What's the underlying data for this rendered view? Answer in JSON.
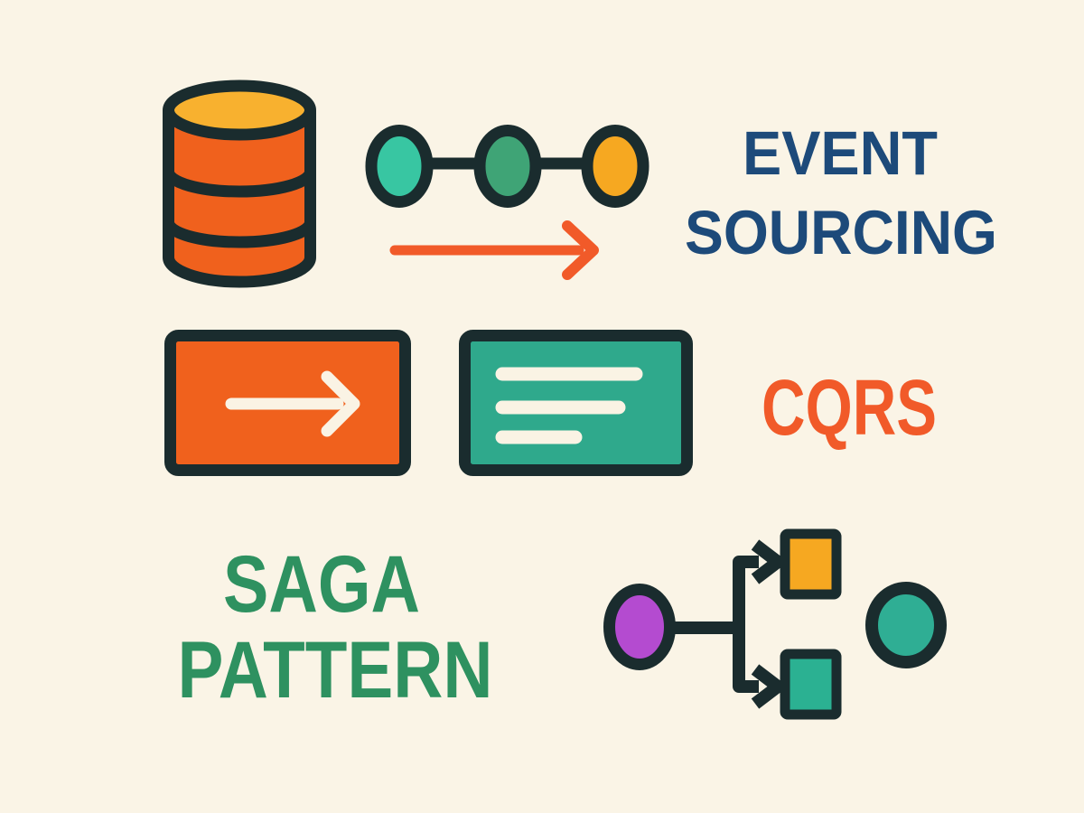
{
  "title": "Software architecture patterns illustration",
  "colors": {
    "bg": "#FAF4E6",
    "outline": "#1A2C2E",
    "cream": "#FAF3E4",
    "orange": "#F15A29",
    "orangeDb": "#F0611D",
    "yellow": "#F6A821",
    "yellowTop": "#F8B12F",
    "tealBright": "#38C6A2",
    "greenMid": "#3FA476",
    "tealRect": "#2FA98C",
    "tealSquare": "#2BB192",
    "tealEllipse": "#2FAE94",
    "purple": "#B44BD0",
    "navy": "#1D4A7A",
    "green": "#2E9160"
  },
  "event_sourcing": {
    "line1": "EVENT",
    "line2": "SOURCING",
    "text_color": "#1D4A7A",
    "icons": [
      {
        "name": "database-icon",
        "meaning": "event store database",
        "body_color": "#F0611D",
        "top_color": "#F8B12F"
      },
      {
        "name": "event-chain-icon",
        "meaning": "sequence of events",
        "node_colors": [
          "#38C6A2",
          "#3FA476",
          "#F6A821"
        ]
      },
      {
        "name": "flow-arrow-icon",
        "meaning": "event flow direction",
        "color": "#F15A29"
      }
    ]
  },
  "cqrs": {
    "label": "CQRS",
    "text_color": "#F15A29",
    "icons": [
      {
        "name": "command-box-icon",
        "meaning": "command side",
        "fill": "#F0611D",
        "arrow_color": "#FAF3E4"
      },
      {
        "name": "query-box-icon",
        "meaning": "query / read side",
        "fill": "#2FA98C",
        "line_color": "#FAF3E4"
      }
    ]
  },
  "saga_pattern": {
    "line1": "SAGA",
    "line2": "PATTERN",
    "text_color": "#2E9160",
    "icons": [
      {
        "name": "saga-flow-icon",
        "meaning": "orchestrated saga steps",
        "start_color": "#B44BD0",
        "step_colors": [
          "#F6A821",
          "#2BB192"
        ],
        "end_color": "#2FAE94"
      }
    ]
  }
}
